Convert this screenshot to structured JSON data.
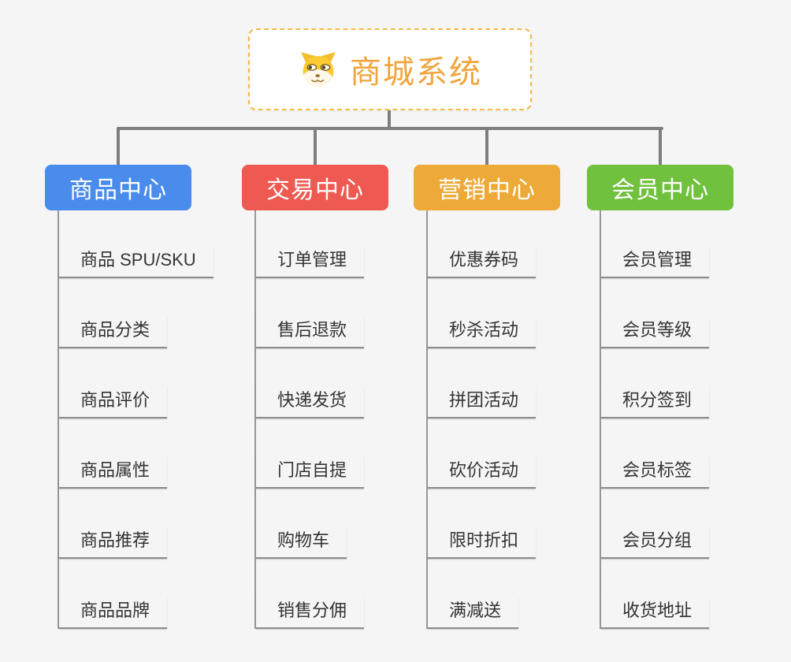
{
  "root": {
    "title": "商城系统",
    "icon": "doge-icon"
  },
  "colors": {
    "background": "#f5f5f5",
    "root_accent": "#f0a53c",
    "root_border": "#f4b94b",
    "connector": "#7e7e7e",
    "item_text": "#333333",
    "item_line": "#8d8d8d"
  },
  "branches": [
    {
      "label": "商品中心",
      "color": "#4a8ceb",
      "items": [
        "商品 SPU/SKU",
        "商品分类",
        "商品评价",
        "商品属性",
        "商品推荐",
        "商品品牌"
      ]
    },
    {
      "label": "交易中心",
      "color": "#ee5a52",
      "items": [
        "订单管理",
        "售后退款",
        "快递发货",
        "门店自提",
        "购物车",
        "销售分佣"
      ]
    },
    {
      "label": "营销中心",
      "color": "#edaa38",
      "items": [
        "优惠券码",
        "秒杀活动",
        "拼团活动",
        "砍价活动",
        "限时折扣",
        "满减送"
      ]
    },
    {
      "label": "会员中心",
      "color": "#70c13e",
      "items": [
        "会员管理",
        "会员等级",
        "积分签到",
        "会员标签",
        "会员分组",
        "收货地址"
      ]
    }
  ]
}
